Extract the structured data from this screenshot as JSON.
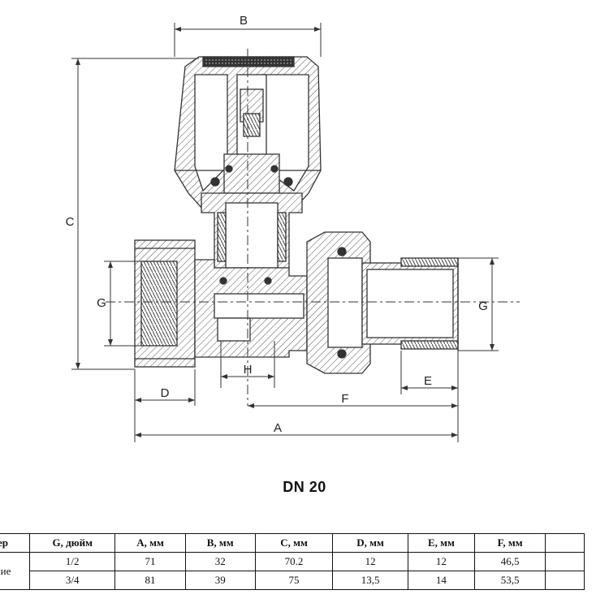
{
  "drawing": {
    "dimension_labels": {
      "B": "B",
      "C": "C",
      "G_left": "G",
      "G_right": "G",
      "H": "H",
      "D": "D",
      "E": "E",
      "F": "F",
      "A": "A"
    },
    "line_color": "#333333",
    "hatch_color": "#555555"
  },
  "caption": "DN 20",
  "table": {
    "headers": [
      "ер",
      "G, дюйм",
      "A, мм",
      "B, мм",
      "C, мм",
      "D, мм",
      "E, мм",
      "F, мм",
      ""
    ],
    "row_label": "ние",
    "rows": [
      [
        "1/2",
        "71",
        "32",
        "70.2",
        "12",
        "12",
        "46,5",
        ""
      ],
      [
        "3/4",
        "81",
        "39",
        "75",
        "13,5",
        "14",
        "53,5",
        ""
      ]
    ]
  }
}
